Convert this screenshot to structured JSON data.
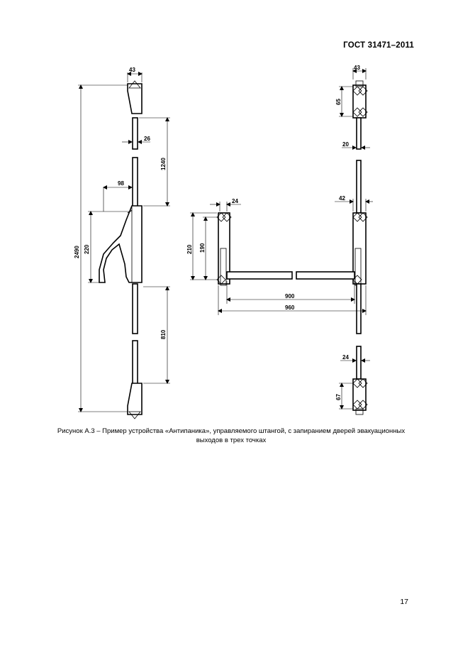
{
  "document": {
    "header": "ГОСТ 31471–2011",
    "caption_line1": "Рисунок А.3 – Пример устройства «Антипаника», управляемого штангой, с запиранием дверей эвакуационных",
    "caption_line2": "выходов в трех точках",
    "page_number": "17"
  },
  "drawing": {
    "left_view": {
      "dim_top_width": "43",
      "dim_rod_width": "26",
      "dim_upper_span": "1240",
      "dim_handle_offset": "98",
      "dim_total_height": "2490",
      "dim_handle_height": "220",
      "dim_lower_span": "810"
    },
    "right_view": {
      "dim_top_width": "43",
      "dim_top_block": "65",
      "dim_rod_width": "20",
      "dim_side_offset": "24",
      "dim_bolt_width": "42",
      "dim_outer_height": "210",
      "dim_inner_height": "190",
      "dim_bar_inner": "900",
      "dim_bar_outer": "960",
      "dim_bottom_width": "24",
      "dim_bottom_block": "67"
    }
  }
}
